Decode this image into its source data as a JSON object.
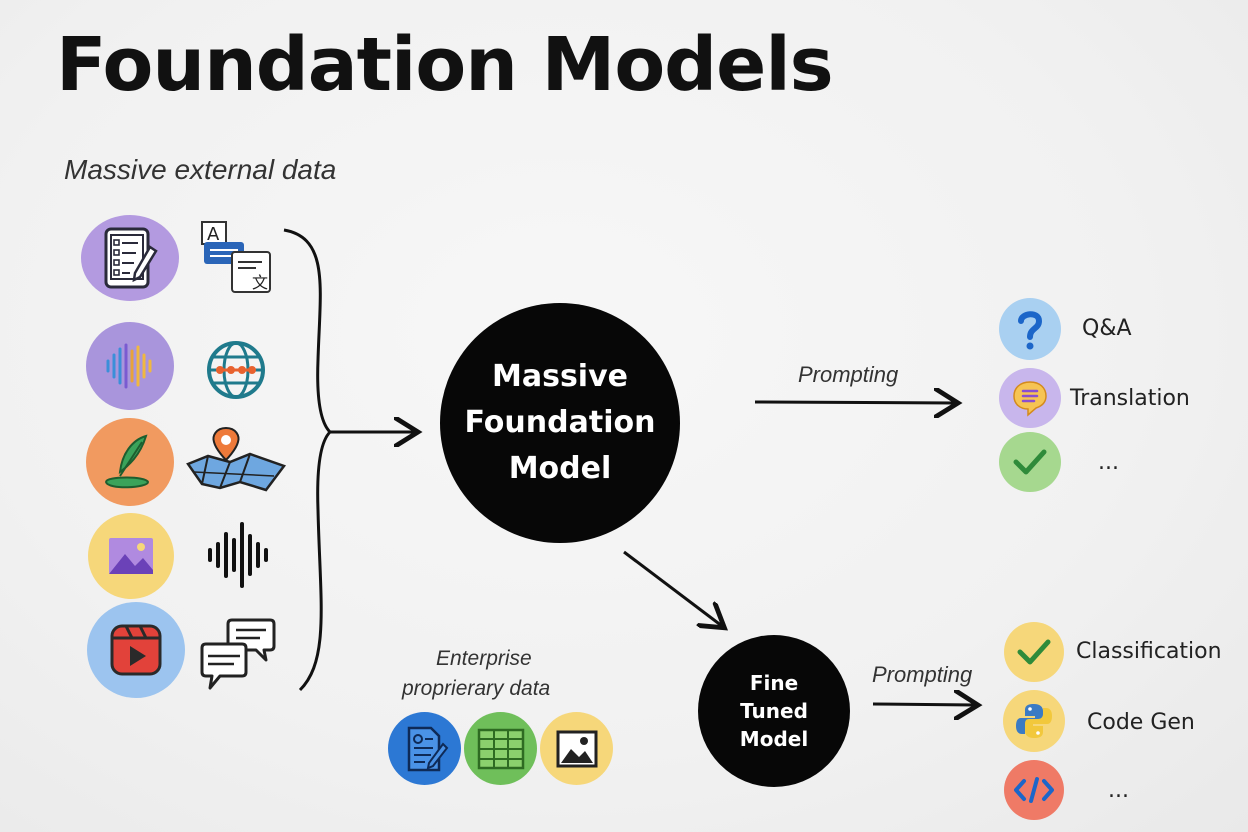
{
  "title": "Foundation Models",
  "external_data_label": "Massive external data",
  "foundation_model": {
    "line1": "Massive",
    "line2": "Foundation",
    "line3": "Model"
  },
  "fine_tuned_model": {
    "line1": "Fine",
    "line2": "Tuned",
    "line3": "Model"
  },
  "enterprise_data": {
    "line1": "Enterprise",
    "line2": "proprierary data"
  },
  "prompting_top": "Prompting",
  "prompting_bottom": "Prompting",
  "top_outputs": [
    {
      "label": "Q&A",
      "icon": "question-icon",
      "color": "#a9d0f1"
    },
    {
      "label": "Translation",
      "icon": "speech-bubble-icon",
      "color": "#c8b6ec"
    },
    {
      "label": "...",
      "icon": "checkmark-icon",
      "color": "#a6d88f"
    }
  ],
  "bottom_outputs": [
    {
      "label": "Classification",
      "icon": "checkmark-icon",
      "color": "#f6d77a"
    },
    {
      "label": "Code Gen",
      "icon": "python-icon",
      "color": "#f6d77a"
    },
    {
      "label": "...",
      "icon": "code-icon",
      "color": "#ef7a66"
    }
  ],
  "data_source_icons": [
    "tablet-checklist-icon",
    "translate-icon",
    "audio-wave-icon",
    "globe-network-icon",
    "quill-pen-icon",
    "map-pin-icon",
    "image-icon",
    "sound-wave-icon",
    "video-play-icon",
    "chat-bubbles-icon"
  ],
  "enterprise_icons": [
    "document-settings-icon",
    "spreadsheet-icon",
    "photo-icon"
  ]
}
